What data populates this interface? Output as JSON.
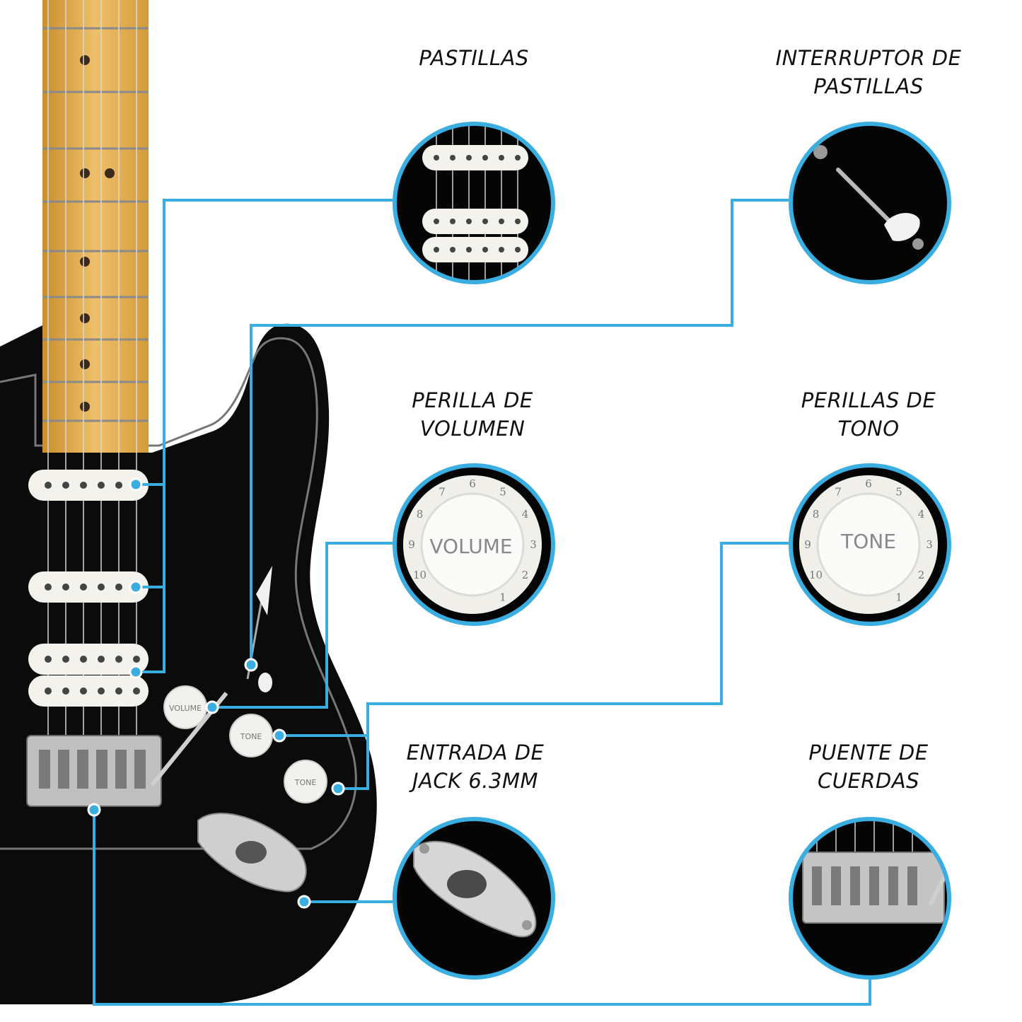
{
  "callouts": [
    {
      "id": "pickups",
      "lines": [
        "PASTILLAS"
      ]
    },
    {
      "id": "pickup-switch",
      "lines": [
        "INTERRUPTOR DE",
        "PASTILLAS"
      ]
    },
    {
      "id": "volume-knob",
      "lines": [
        "PERILLA DE",
        "VOLUMEN"
      ]
    },
    {
      "id": "tone-knobs",
      "lines": [
        "PERILLAS DE",
        "TONO"
      ]
    },
    {
      "id": "jack-input",
      "lines": [
        "ENTRADA DE",
        "JACK 6.3MM"
      ]
    },
    {
      "id": "bridge",
      "lines": [
        "PUENTE DE",
        "CUERDAS"
      ]
    }
  ],
  "knob_text": {
    "volume": "VOLUME",
    "tone": "TONE",
    "tone2": "TONE"
  },
  "knob_numbers": [
    "1",
    "2",
    "3",
    "4",
    "5",
    "6",
    "7",
    "8",
    "9",
    "10"
  ],
  "colors": {
    "accent": "#3aaee0",
    "body": "#0b0b0b",
    "neck": "#e8b95a",
    "pickup": "#f4f2ec"
  }
}
